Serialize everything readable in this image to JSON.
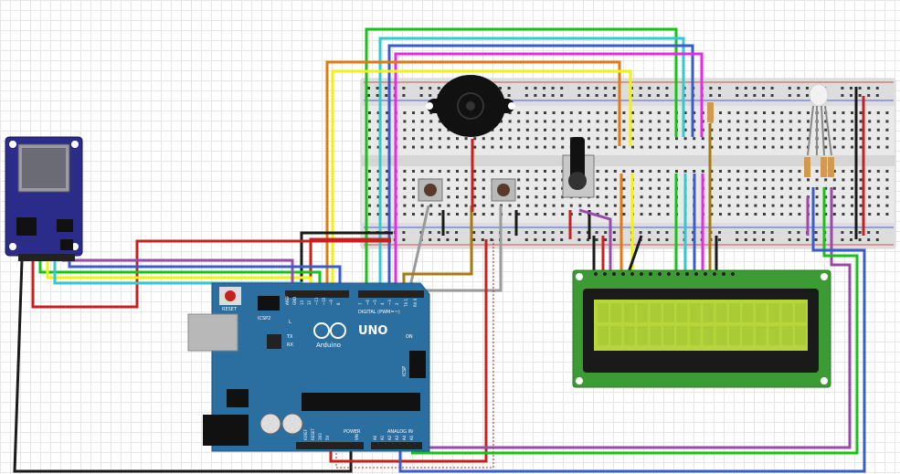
{
  "arduino": {
    "reset_label": "RESET",
    "icsp2_label": "ICSP2",
    "aref_label": "AREF",
    "gnd_label": "GND",
    "digital_label": "DIGITAL (PWM=~)",
    "tx_label": "TX",
    "rx_label": "RX",
    "l_label": "L",
    "on_label": "ON",
    "uno_label": "UNO",
    "arduino_label": "Arduino",
    "icsp_label": "ICSP",
    "power_label": "POWER",
    "analog_label": "ANALOG IN",
    "pin_13": "13",
    "pin_12": "12",
    "pin_11": "~11",
    "pin_10": "~10",
    "pin_9": "~9",
    "pin_8": "8",
    "pin_7": "7",
    "pin_6": "~6",
    "pin_5": "~5",
    "pin_4": "4",
    "pin_3": "~3",
    "pin_2": "2",
    "pin_1": "TX 1",
    "pin_0": "RX 0",
    "ioref": "IOREF",
    "reset_pin": "RESET",
    "v33": "3V3",
    "v5": "5V",
    "vin": "VIN",
    "a0": "A0",
    "a1": "A1",
    "a2": "A2",
    "a3": "A3",
    "a4": "A4",
    "a5": "A5"
  },
  "colors": {
    "board": "#2a6fa0",
    "lcd_green": "#3d9b35",
    "lcd_screen": "#b6d63c",
    "breadboard": "#e8e8e8",
    "wire_red": "#c8201e",
    "wire_black": "#1a1a1a",
    "wire_green": "#19c219",
    "wire_cyan": "#33c9d0",
    "wire_blue": "#3a5ec9",
    "wire_magenta": "#e62be6",
    "wire_orange": "#e07a12",
    "wire_yellow": "#f2f20a",
    "wire_purple": "#9a4aa8",
    "wire_brown": "#a77a10",
    "wire_gray": "#9a9a9a"
  },
  "icons": [
    "sd-card-module",
    "piezo-buzzer",
    "push-button",
    "potentiometer",
    "rgb-led",
    "resistor",
    "lcd-16x2",
    "arduino-uno"
  ]
}
